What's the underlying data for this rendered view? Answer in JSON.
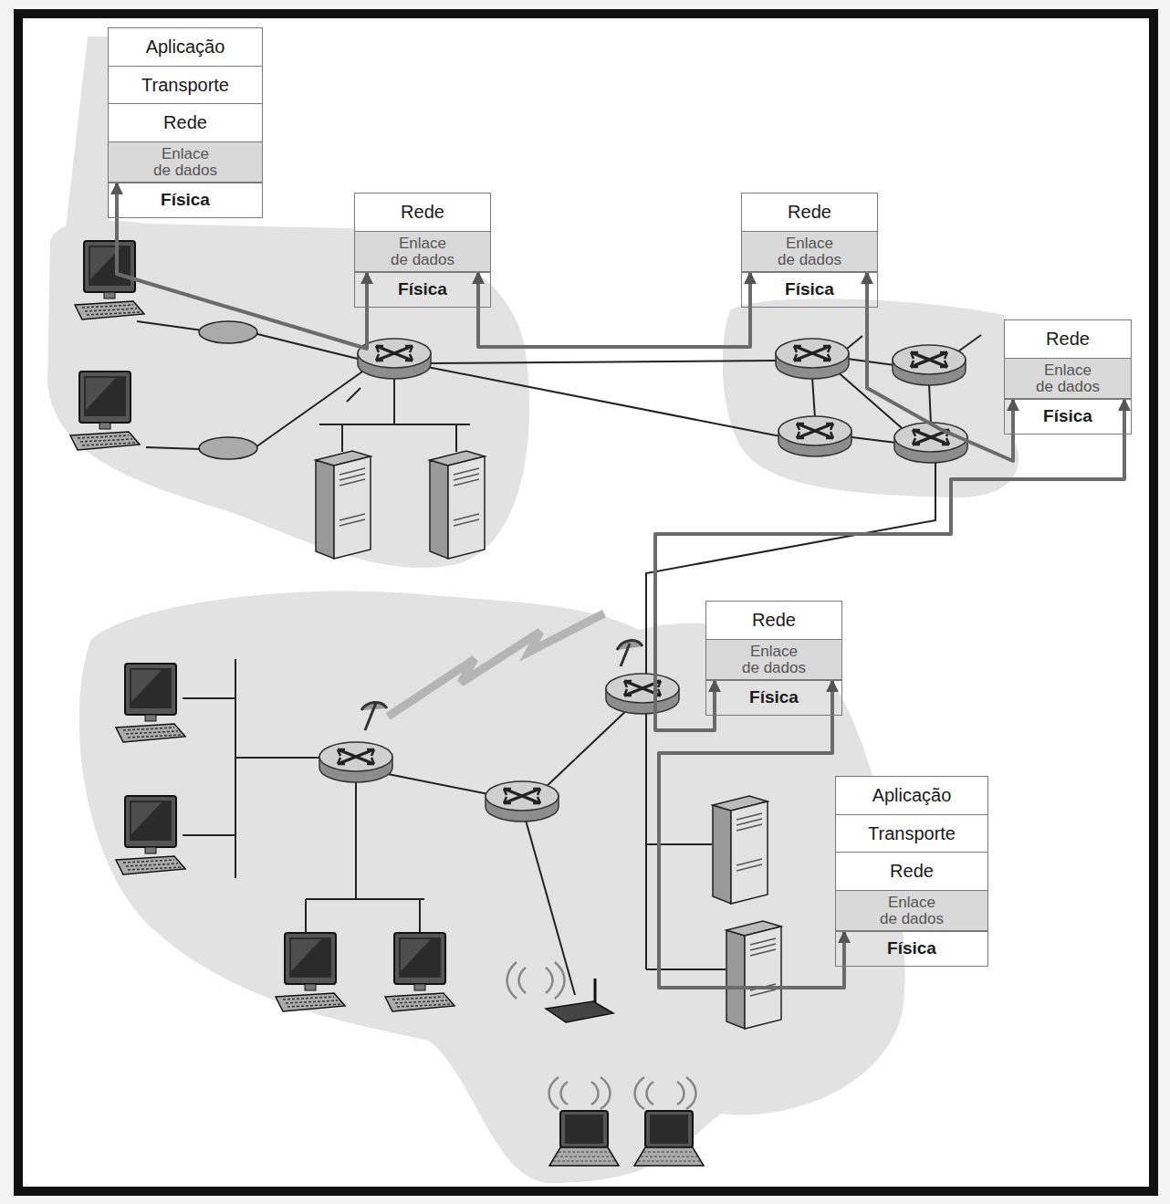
{
  "diagram": {
    "nodes": [
      {
        "text": [
          "Aplicação"
        ]
      },
      {
        "text": [
          "Transporte"
        ]
      },
      {
        "text": [
          "Rede"
        ]
      },
      {
        "text": [
          "Enlace de dados"
        ]
      },
      {
        "text": [
          "Física"
        ]
      },
      {
        "text": [
          "Rede"
        ]
      },
      {
        "text": [
          "Enlace de dados"
        ]
      },
      {
        "text": [
          "Física"
        ]
      },
      {
        "text": [
          "Rede"
        ]
      },
      {
        "text": [
          "Enlace de dados"
        ]
      },
      {
        "text": [
          "Física"
        ]
      },
      {
        "text": [
          "Rede"
        ]
      },
      {
        "text": [
          "Enlace de dados"
        ]
      },
      {
        "text": [
          "Física"
        ]
      },
      {
        "text": [
          "Rede"
        ]
      },
      {
        "text": [
          "Enlace de dados"
        ]
      },
      {
        "text": [
          "Física"
        ]
      },
      {
        "text": [
          "Aplicação"
        ]
      },
      {
        "text": [
          "Transporte"
        ]
      },
      {
        "text": [
          "Rede"
        ]
      },
      {
        "text": [
          "Enlace de dados"
        ]
      },
      {
        "text": [
          "Física"
        ]
      }
    ],
    "edges": [
      {
        "from": 3,
        "to": 6,
        "arrow": "both"
      },
      {
        "from": 6,
        "to": 9,
        "arrow": "both"
      },
      {
        "from": 9,
        "to": 12,
        "arrow": "both"
      },
      {
        "from": 12,
        "to": 15,
        "arrow": "both"
      },
      {
        "from": 15,
        "to": 20,
        "arrow": "both"
      }
    ]
  }
}
